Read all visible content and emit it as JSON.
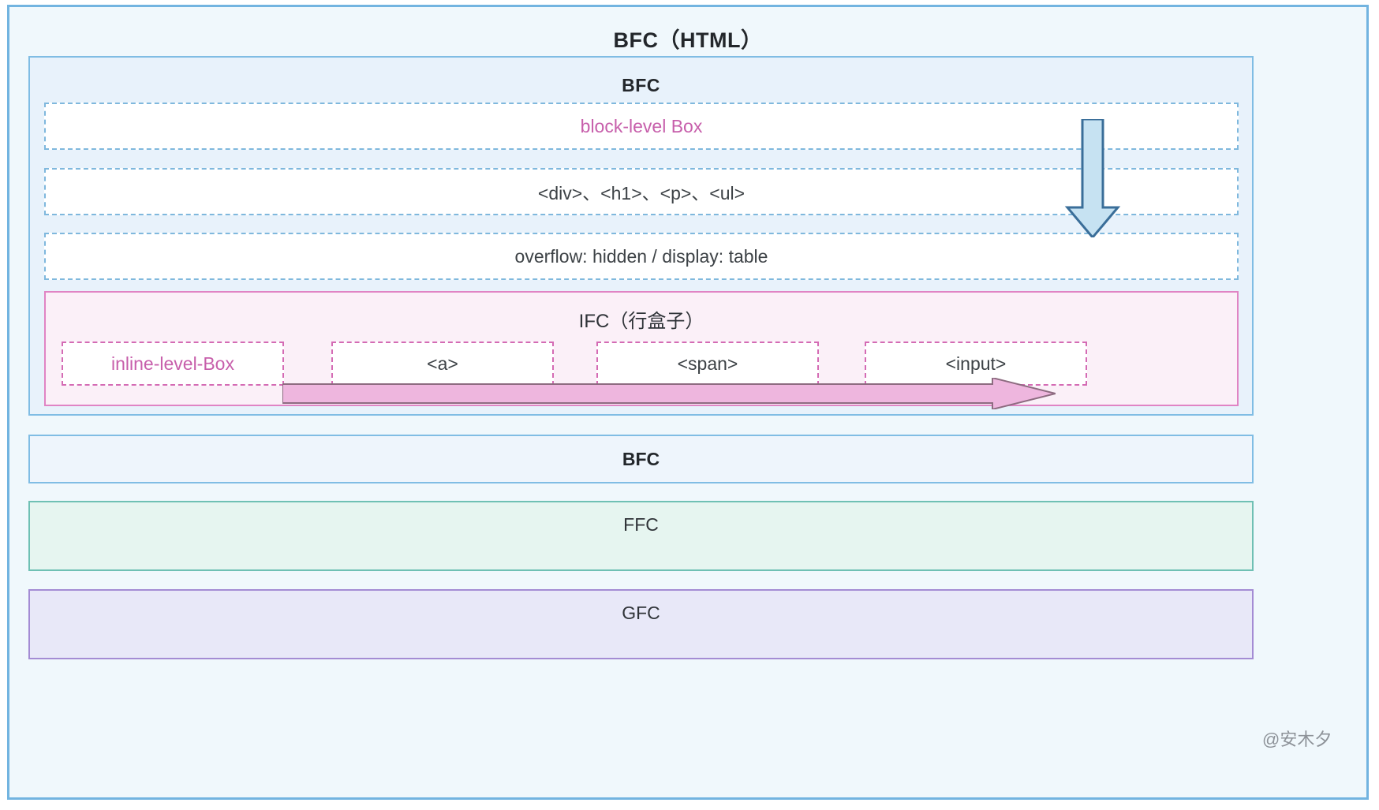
{
  "diagram": {
    "root": {
      "title": "BFC（HTML）",
      "border_color": "#72b4e0",
      "background": "#f0f8fc"
    },
    "inner_bfc": {
      "title": "BFC",
      "border_color": "#80bde4",
      "background": "#e8f2fb",
      "rows": [
        {
          "label": "block-level Box",
          "style": "pink"
        },
        {
          "label": "<div>、<h1>、<p>、<ul>",
          "style": "normal"
        },
        {
          "label": "overflow: hidden / display: table",
          "style": "normal"
        }
      ]
    },
    "ifc": {
      "title": "IFC（行盒子）",
      "border_color": "#e084c4",
      "background": "#fbf0f8",
      "inline_boxes": [
        {
          "label": "inline-level-Box",
          "style": "pink"
        },
        {
          "label": "<a>",
          "style": "normal"
        },
        {
          "label": "<span>",
          "style": "normal"
        },
        {
          "label": "<input>",
          "style": "normal"
        }
      ],
      "arrow": {
        "direction": "right",
        "color": "#e8a8d4",
        "stroke": "#8c5f7e"
      }
    },
    "flow_arrow": {
      "direction": "down",
      "fill": "#c6e2f2",
      "stroke": "#3a6e99"
    },
    "sibling_boxes": [
      {
        "label": "BFC",
        "border_color": "#80bde4",
        "background": "#eef5fc",
        "bold": true
      },
      {
        "label": "FFC",
        "border_color": "#6fc0b4",
        "background": "#e6f5f0",
        "bold": false
      },
      {
        "label": "GFC",
        "border_color": "#a48cd4",
        "background": "#e8e8f8",
        "bold": false
      }
    ],
    "watermark": "@安木夕",
    "colors": {
      "pink_text": "#c75fab",
      "body_text": "#3d4246",
      "title_text": "#23272b"
    }
  }
}
